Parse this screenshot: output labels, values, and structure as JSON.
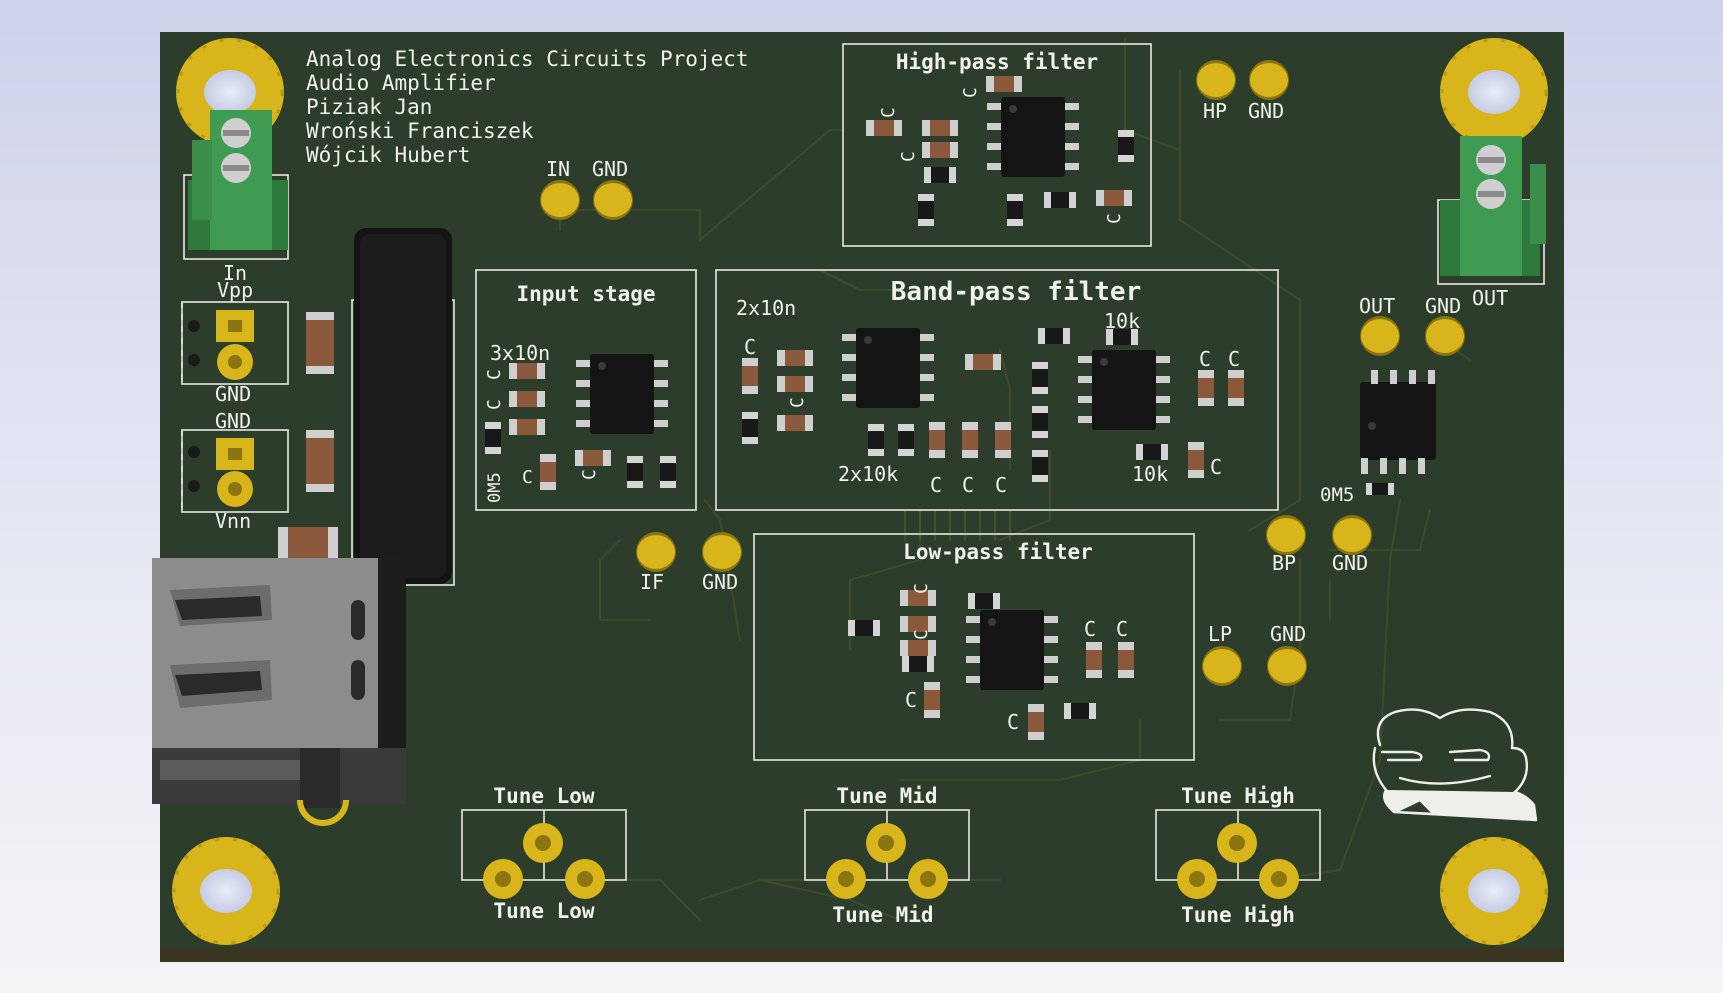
{
  "colors": {
    "background": "#d8dbef",
    "board": "#2c3d2b",
    "pad": "#d8b51a",
    "silkscreen": "#f1f1ec",
    "chip": "#141414",
    "capacitor": "#8b5a3c",
    "terminal_block": "#3f9b52"
  },
  "title_block": {
    "line1": "Analog Electronics Circuits Project",
    "line2": "Audio Amplifier",
    "line3": "Piziak Jan",
    "line4": "Wroński Franciszek",
    "line5": "Wójcik Hubert"
  },
  "connectors": {
    "in_label": "In",
    "out_label": "OUT",
    "vpp": "Vpp",
    "gnd_top": "GND",
    "gnd_bottom": "GND",
    "vnn": "Vnn"
  },
  "test_points": {
    "in": "IN",
    "in_gnd": "GND",
    "hp": "HP",
    "hp_gnd": "GND",
    "out": "OUT",
    "out_gnd": "GND",
    "if": "IF",
    "if_gnd": "GND",
    "bp": "BP",
    "bp_gnd": "GND",
    "lp": "LP",
    "lp_gnd": "GND"
  },
  "blocks": {
    "input_stage": {
      "title": "Input stage",
      "caps": "3x10n",
      "c1": "C",
      "c2": "C",
      "c3": "C",
      "c4": "C",
      "r": "0M5"
    },
    "high_pass": {
      "title": "High-pass filter",
      "c1": "C",
      "c2": "C",
      "c3": "C",
      "c4": "C"
    },
    "band_pass": {
      "title": "Band-pass filter",
      "caps": "2x10n",
      "c1": "C",
      "c2": "C",
      "res_bottom": "2x10k",
      "c3": "C",
      "c4": "C",
      "c5": "C",
      "res_top": "10k",
      "c6": "C",
      "c7": "C",
      "res_bottom2": "10k",
      "c8": "C"
    },
    "low_pass": {
      "title": "Low-pass filter",
      "c1": "C",
      "c2": "C",
      "c3": "C",
      "c4": "C",
      "c5": "C",
      "c6": "C"
    }
  },
  "output": {
    "resistor": "0M5"
  },
  "pots": {
    "low_top": "Tune Low",
    "low_bottom": "Tune Low",
    "mid_top": "Tune Mid",
    "mid_bottom": "Tune Mid",
    "high_top": "Tune High",
    "high_bottom": "Tune High"
  }
}
